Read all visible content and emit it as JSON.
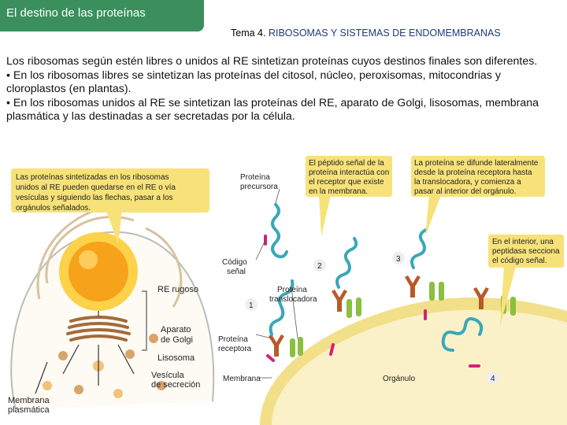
{
  "header": {
    "title": "El destino de las proteínas",
    "subtitle_prefix": "Tema 4. ",
    "subtitle_topic": "RIBOSOMAS Y SISTEMAS DE ENDOMEMBRANAS"
  },
  "body": {
    "paragraphs": [
      "Los ribosomas según estén libres o unidos al RE sintetizan proteínas cuyos destinos finales son diferentes.",
      "• En los ribosomas libres se sintetizan las proteínas del citosol, núcleo, peroxisomas, mitocondrias y cloroplastos (en plantas).",
      "• En los ribosomas unidos al RE se sintetizan las proteínas del RE, aparato de Golgi, lisosomas, membrana plasmática y las destinadas a ser secretadas por la célula."
    ]
  },
  "figure": {
    "callout_left": [
      "Las proteínas sintetizadas en los ribosomas",
      "unidos al RE pueden quedarse en el RE o vía",
      "vesículas y siguiendo las flechas, pasar a los",
      "orgánulos señalados."
    ],
    "callout_mid": [
      "El péptido señal de la",
      "proteína interactúa con",
      "el receptor que existe",
      "en la membrana."
    ],
    "callout_right": [
      "La proteína se difunde lateralmente",
      "desde la proteína receptora hasta",
      "la translocadora, y comienza a",
      "pasar al interior del orgánulo."
    ],
    "callout_far_right": [
      "En el interior, una",
      "peptidasa secciona",
      "el código señal."
    ],
    "labels": {
      "re_rugoso": "RE rugoso",
      "golgi_1": "Aparato",
      "golgi_2": "de Golgi",
      "lisosoma": "Lisosoma",
      "vesicula_1": "Vesícula",
      "vesicula_2": "de secreción",
      "membrana_pl_1": "Membrana",
      "membrana_pl_2": "plasmática",
      "proteina_precursora_1": "Proteína",
      "proteina_precursora_2": "precursora",
      "codigo_senal_1": "Código",
      "codigo_senal_2": "señal",
      "proteina_translocadora_1": "Proteína",
      "proteina_translocadora_2": "translocadora",
      "proteina_receptora_1": "Proteína",
      "proteina_receptora_2": "receptora",
      "membrana": "Membrana",
      "organulo": "Orgánulo"
    },
    "steps": [
      "1",
      "2",
      "3",
      "4"
    ],
    "colors": {
      "header_green": "#3a8f5c",
      "callout_yellow": "#f7e27a",
      "nucleus_orange": "#f6a21a",
      "protein_teal": "#3aa7b8",
      "membrane_yellow": "#f2df8a",
      "organelle_fill": "#fbf1c8",
      "receptor_brown": "#b85a2a",
      "signal_magenta": "#d4207a",
      "translocator_green": "#8bbf3e"
    }
  }
}
